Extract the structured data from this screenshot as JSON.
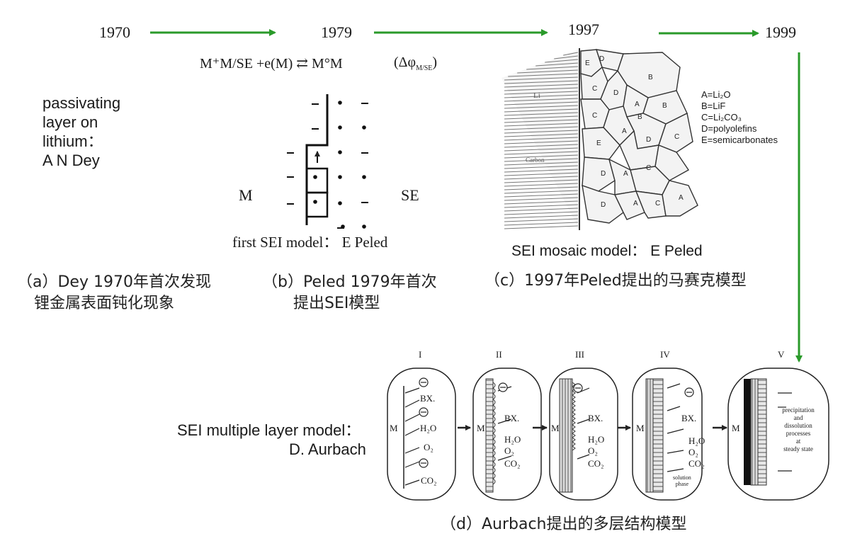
{
  "timeline": {
    "years": [
      "1970",
      "1979",
      "1997",
      "1999"
    ],
    "arrow_color": "#2a9a2a"
  },
  "panel_a": {
    "label_lines": [
      "passivating",
      "layer on",
      "lithium：",
      "A N Dey"
    ],
    "caption_lines": [
      "（a）Dey 1970年首次发现",
      "锂金属表面钝化现象"
    ]
  },
  "panel_b": {
    "equation": "M⁺M/SE +e(M) ⇄ M°M",
    "potential": "(Δφ",
    "potential_sub": "M/SE",
    "potential_close": ")",
    "left_label": "M",
    "right_label": "SE",
    "model_label": "first SEI model：  E Peled",
    "caption_lines": [
      "（b）Peled 1979年首次",
      "提出SEI模型"
    ]
  },
  "panel_c": {
    "li_label": "Li",
    "carbon_label": "Carbon",
    "legend": [
      "A=Li₂O",
      "B=LiF",
      "C=Li₂CO₃",
      "D=polyolefins",
      "E=semicarbonates"
    ],
    "region_letters": [
      "E",
      "D",
      "B",
      "C",
      "D",
      "A",
      "B",
      "C",
      "A",
      "E",
      "D",
      "C",
      "D",
      "A",
      "C",
      "D",
      "A",
      "C",
      "A",
      "B"
    ],
    "model_label": "SEI mosaic model：   E Peled",
    "caption": "（c）1997年Peled提出的马赛克模型"
  },
  "panel_d": {
    "stages": [
      "I",
      "II",
      "III",
      "IV",
      "V"
    ],
    "m_label": "M",
    "species": [
      "BX.",
      "H₂O",
      "O₂",
      "CO₂"
    ],
    "solution_phase": [
      "solution",
      "phase"
    ],
    "steady_text": [
      "precipitation",
      "and",
      "dissolution",
      "processes",
      "at",
      "steady state"
    ],
    "model_label_lines": [
      "SEI multiple layer model：",
      "D. Aurbach"
    ],
    "caption": "（d）Aurbach提出的多层结构模型"
  }
}
